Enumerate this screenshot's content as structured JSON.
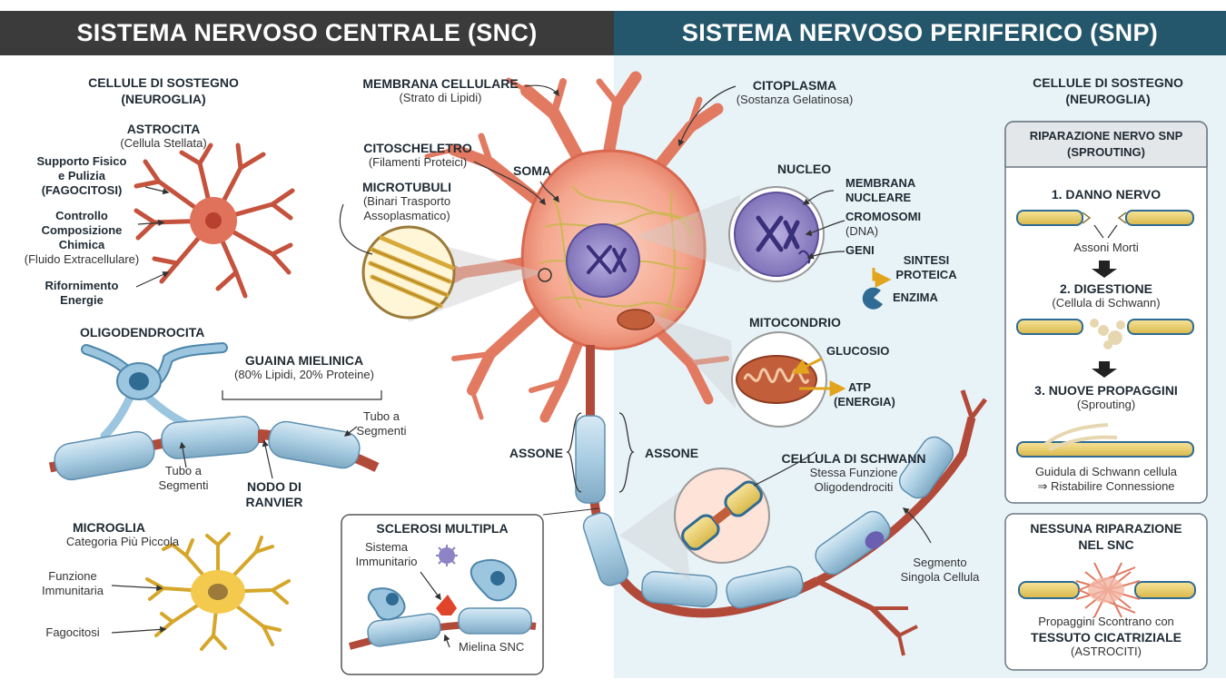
{
  "diagram": {
    "header_left": "SISTEMA NERVOSO CENTRALE (SNC)",
    "header_right": "SISTEMA NERVOSO PERIFERICO (SNP)",
    "snc": {
      "support_title": "CELLULE DI SOSTEGNO",
      "support_sub": "(NEUROGLIA)",
      "astro_title": "ASTROCITA",
      "astro_sub": "(Cellula Stellata)",
      "astro_f1a": "Supporto Fisico",
      "astro_f1b": "e Pulizia",
      "astro_f1c": "(FAGOCITOSI)",
      "astro_f2a": "Controllo",
      "astro_f2b": "Composizione",
      "astro_f2c": "Chimica",
      "astro_f2d": "(Fluido Extracellulare)",
      "astro_f3a": "Rifornimento",
      "astro_f3b": "Energie",
      "oligo_title": "OLIGODENDROCITA",
      "myelin_title": "GUAINA MIELINICA",
      "myelin_sub": "(80% Lipidi, 20% Proteine)",
      "tube_a": "Tubo a",
      "tube_b": "Segmenti",
      "node_a": "NODO DI",
      "node_b": "RANVIER",
      "micro_title": "MICROGLIA",
      "micro_sub": "Categoria Più Piccola",
      "micro_f1a": "Funzione",
      "micro_f1b": "Immunitaria",
      "micro_f2": "Fagocitosi"
    },
    "neuron": {
      "membrane": "MEMBRANA CELLULARE",
      "membrane_sub": "(Strato di Lipidi)",
      "cyto": "CITOSCHELETRO",
      "cyto_sub": "(Filamenti Proteici)",
      "soma": "SOMA",
      "micro": "MICROTUBULI",
      "micro_sub1": "(Binari Trasporto",
      "micro_sub2": "Assoplasmatico)",
      "citoplasma": "CITOPLASMA",
      "citoplasma_sub": "(Sostanza Gelatinosa)",
      "nucleo": "NUCLEO",
      "membrana_nucl_a": "MEMBRANA",
      "membrana_nucl_b": "NUCLEARE",
      "cromosomi": "CROMOSOMI",
      "dna": "(DNA)",
      "geni": "GENI",
      "sintesi_a": "SINTESI",
      "sintesi_b": "PROTEICA",
      "enzima": "ENZIMA",
      "mito": "MITOCONDRIO",
      "glucosio": "GLUCOSIO",
      "atp": "ATP",
      "energia": "(ENERGIA)",
      "assone": "ASSONE",
      "schwann": "CELLULA DI SCHWANN",
      "schwann_s1": "Stessa Funzione",
      "schwann_s2": "Oligodendrociti",
      "segmento_a": "Segmento",
      "segmento_b": "Singola Cellula"
    },
    "sclerosi": {
      "title": "SCLEROSI MULTIPLA",
      "sys_a": "Sistema",
      "sys_b": "Immunitario",
      "mielina": "Mielina SNC"
    },
    "snp": {
      "support_title": "CELLULE DI SOSTEGNO",
      "support_sub": "(NEUROGLIA)",
      "repair_a": "RIPARAZIONE NERVO SNP",
      "repair_b": "(SPROUTING)",
      "step1": "1. DANNO NERVO",
      "step1_note": "Assoni Morti",
      "step2": "2. DIGESTIONE",
      "step2_sub": "(Cellula di Schwann)",
      "step3": "3. NUOVE PROPAGGINI",
      "step3_sub": "(Sprouting)",
      "guide_a": "Guidula di Schwann cellula",
      "guide_b": "⇒ Ristabilire Connessione",
      "norepair_a": "NESSUNA RIPARAZIONE",
      "norepair_b": "NEL SNC",
      "scar_a": "Propaggini Scontrano con",
      "scar_b": "TESSUTO CICATRIZIALE",
      "scar_c": "(ASTROCITI)"
    },
    "colors": {
      "header_dark": "#3b3b3b",
      "header_teal": "#24576b",
      "snp_bg": "#e8f3f8",
      "neuron": "#f08a73",
      "nucleus": "#8d7fc2",
      "myelin": "#a8cbe0",
      "axon": "#b24a3a",
      "microglia": "#f3c94e"
    }
  }
}
